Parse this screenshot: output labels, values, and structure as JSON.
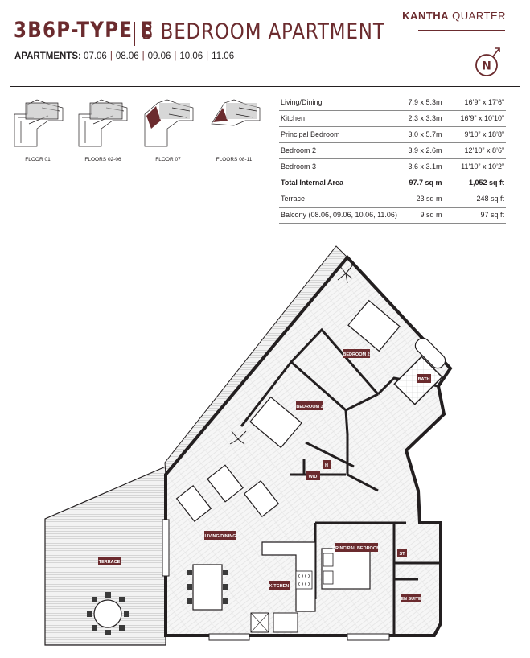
{
  "header": {
    "title_code": "3B6P-TYPE E",
    "title_desc": "3 BEDROOM APARTMENT",
    "apartments_label": "APARTMENTS:",
    "apartments": [
      "07.06",
      "08.06",
      "09.06",
      "10.06",
      "11.06"
    ],
    "brand_bold": "KANTHA",
    "brand_rest": " QUARTER",
    "north_label": "N"
  },
  "key_plans": [
    {
      "label": "FLOOR 01"
    },
    {
      "label": "FLOORS 02-06"
    },
    {
      "label": "FLOOR 07"
    },
    {
      "label": "FLOORS 08-11"
    }
  ],
  "areas": [
    {
      "room": "Living/Dining",
      "sqm": "7.9 x 5.3m",
      "ft": "16’9” x 17’6”",
      "total": false
    },
    {
      "room": "Kitchen",
      "sqm": "2.3 x 3.3m",
      "ft": "16’9” x 10’10”",
      "total": false
    },
    {
      "room": "Principal Bedroom",
      "sqm": "3.0 x 5.7m",
      "ft": "9’10” x 18’8”",
      "total": false
    },
    {
      "room": "Bedroom 2",
      "sqm": "3.9 x 2.6m",
      "ft": "12’10” x 8’6”",
      "total": false
    },
    {
      "room": "Bedroom 3",
      "sqm": "3.6 x 3.1m",
      "ft": "11’10” x 10’2”",
      "total": false
    },
    {
      "room": "Total Internal Area",
      "sqm": "97.7 sq m",
      "ft": "1,052 sq ft",
      "total": true
    },
    {
      "room": "Terrace",
      "sqm": "23 sq m",
      "ft": "248 sq ft",
      "total": false
    },
    {
      "room": "Balcony (08.06, 09.06, 10.06, 11.06)",
      "sqm": "9 sq m",
      "ft": "97 sq ft",
      "total": false
    }
  ],
  "plan_labels": {
    "bedroom2": "BEDROOM 2",
    "bath": "BATH",
    "bedroom3": "BEDROOM 3",
    "wd": "W/D",
    "h": "H",
    "living": "LIVING/DINING",
    "terrace": "TERRACE",
    "principal": "PRINCIPAL BEDROOM",
    "st": "ST",
    "kitchen": "KITCHEN",
    "ensuite": "EN SUITE"
  },
  "colors": {
    "accent": "#6b2b2e",
    "text": "#231f20"
  }
}
